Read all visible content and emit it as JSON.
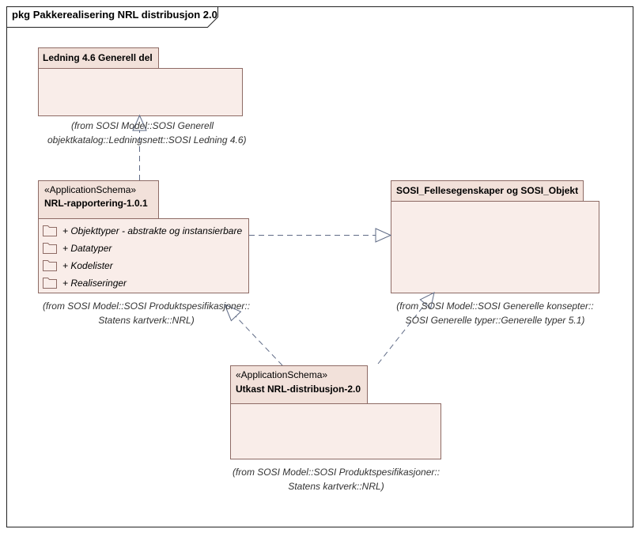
{
  "frame": {
    "title": "pkg Pakkerealisering NRL distribusjon 2.0"
  },
  "packages": {
    "ledning": {
      "name": "Ledning 4.6 Generell del",
      "from_line1": "(from SOSI Model::SOSI Generell",
      "from_line2": "objektkatalog::Ledningsnett::SOSI Ledning 4.6)"
    },
    "nrl_rapportering": {
      "stereotype": "«ApplicationSchema»",
      "name": "NRL-rapportering-1.0.1",
      "members": [
        "+ Objekttyper - abstrakte og instansierbare",
        "+ Datatyper",
        "+ Kodelister",
        "+ Realiseringer"
      ],
      "from_line1": "(from SOSI Model::SOSI Produktspesifikasjoner::",
      "from_line2": "Statens kartverk::NRL)"
    },
    "sosi_felles": {
      "name": "SOSI_Fellesegenskaper og SOSI_Objekt",
      "from_line1": "(from SOSI Model::SOSI Generelle konsepter::",
      "from_line2": "SOSI Generelle typer::Generelle typer 5.1)"
    },
    "utkast": {
      "stereotype": "«ApplicationSchema»",
      "name": "Utkast NRL-distribusjon-2.0",
      "from_line1": "(from SOSI Model::SOSI Produktspesifikasjoner::",
      "from_line2": "Statens kartverk::NRL)"
    }
  },
  "colors": {
    "package_fill": "#f9ede9",
    "package_tab_fill": "#f2e1da",
    "package_border": "#8e6b65",
    "connector": "#5f6b86",
    "frame_border": "#222222"
  },
  "icons": {
    "member_icon": "folder-icon"
  }
}
